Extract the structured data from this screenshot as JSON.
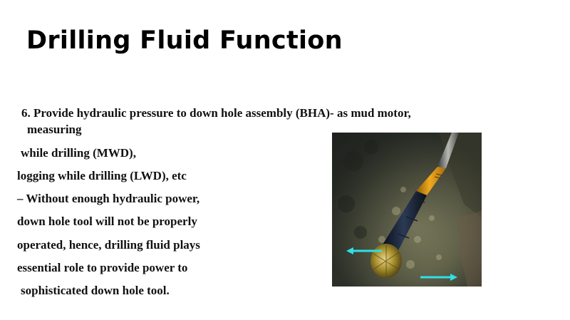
{
  "slide": {
    "title": "Drilling Fluid Function",
    "body_lines": [
      "6. Provide hydraulic pressure to down hole assembly (BHA)- as mud motor,",
      "measuring",
      "while drilling (MWD),",
      "logging while drilling (LWD), etc",
      "– Without enough hydraulic power,",
      "down hole tool will not be properly",
      "operated, hence, drilling fluid plays",
      "essential role to provide power to",
      "sophisticated down hole tool."
    ],
    "image": {
      "description": "Drill string with yellow collar and black mud motor ending in a rock bit inside a rock formation; cyan arrows show fluid flow",
      "arrow_color": "#2fe0e8",
      "collar_color": "#e8a318",
      "motor_color": "#1a2436"
    }
  }
}
